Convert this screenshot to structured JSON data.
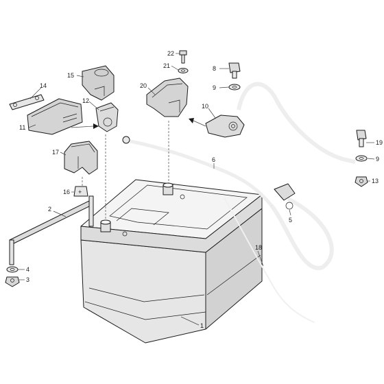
{
  "diagram": {
    "part_color": "#e8e8e8",
    "shadow_color": "#c4c4c4",
    "callouts": [
      {
        "id": "1",
        "label": "1"
      },
      {
        "id": "2",
        "label": "2"
      },
      {
        "id": "3",
        "label": "3"
      },
      {
        "id": "4",
        "label": "4"
      },
      {
        "id": "5",
        "label": "5"
      },
      {
        "id": "6",
        "label": "6"
      },
      {
        "id": "8",
        "label": "8"
      },
      {
        "id": "9a",
        "label": "9"
      },
      {
        "id": "9b",
        "label": "9"
      },
      {
        "id": "10",
        "label": "10"
      },
      {
        "id": "11",
        "label": "11"
      },
      {
        "id": "12",
        "label": "12"
      },
      {
        "id": "13",
        "label": "13"
      },
      {
        "id": "14",
        "label": "14"
      },
      {
        "id": "15",
        "label": "15"
      },
      {
        "id": "16",
        "label": "16"
      },
      {
        "id": "17",
        "label": "17"
      },
      {
        "id": "18",
        "label": "18"
      },
      {
        "id": "19",
        "label": "19"
      },
      {
        "id": "20",
        "label": "20"
      },
      {
        "id": "21",
        "label": "21"
      },
      {
        "id": "22",
        "label": "22"
      }
    ]
  }
}
